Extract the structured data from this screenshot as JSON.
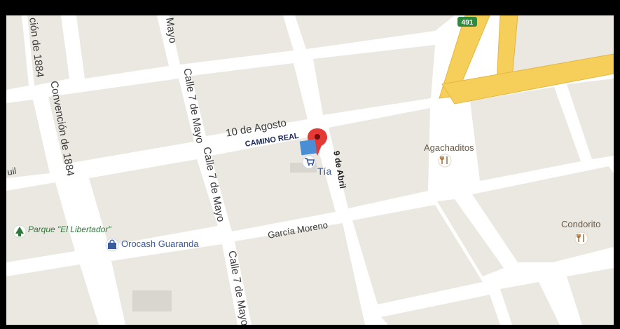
{
  "title": "p",
  "colors": {
    "block": "#ebe8e2",
    "road": "#ffffff",
    "highway": "#f6cf5a",
    "highway_edge": "#e5b63d",
    "marker": "#e53935",
    "location_square": "#4a8fd6",
    "poi_text": "#6b5a48",
    "park_text": "#2f7a3a",
    "shop_text": "#3a5aa0"
  },
  "highway": {
    "shield": "491"
  },
  "streets": [
    {
      "id": "convencion-1884-top",
      "label": "ción de 1884"
    },
    {
      "id": "convencion-1884",
      "label": "Convención de 1884"
    },
    {
      "id": "mayo-top",
      "label": "Mayo"
    },
    {
      "id": "calle-7-mayo-1",
      "label": "Calle 7 de Mayo"
    },
    {
      "id": "calle-7-mayo-2",
      "label": "Calle 7 de Mayo"
    },
    {
      "id": "calle-7-mayo-3",
      "label": "Calle 7 de Mayo"
    },
    {
      "id": "10-agosto",
      "label": "10 de Agosto"
    },
    {
      "id": "9-abril",
      "label": "9 de Abril"
    },
    {
      "id": "garcia-moreno",
      "label": "García Moreno"
    },
    {
      "id": "quil",
      "label": "uil"
    }
  ],
  "places": {
    "camino_real": "CAMINO REAL",
    "tia": "Tía",
    "agachaditos": "Agachaditos",
    "condorito": "Condorito",
    "parque": "Parque \"El Libertador\"",
    "orocash": "Orocash Guaranda"
  },
  "icons": {
    "marker": "map-pin-icon",
    "cart": "shopping-cart-icon",
    "restaurant": "fork-knife-icon",
    "park": "tree-icon",
    "shop": "shopping-bag-icon"
  }
}
